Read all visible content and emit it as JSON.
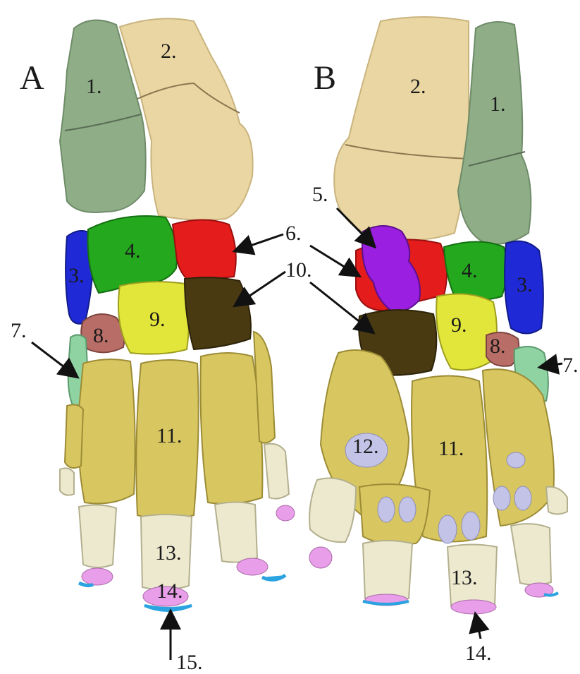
{
  "panels": {
    "a": "A",
    "b": "B"
  },
  "labels_a": {
    "l1": "1.",
    "l2": "2.",
    "l3": "3.",
    "l4": "4.",
    "l6": "6.",
    "l7": "7.",
    "l8": "8.",
    "l9": "9.",
    "l10": "10.",
    "l11": "11.",
    "l13": "13.",
    "l14": "14.",
    "l15": "15."
  },
  "labels_b": {
    "l1": "1.",
    "l2": "2.",
    "l3": "3.",
    "l4": "4.",
    "l5": "5.",
    "l7": "7.",
    "l8": "8.",
    "l9": "9.",
    "l11": "11.",
    "l12": "12.",
    "l13": "13.",
    "l14": "14."
  },
  "colors": {
    "bone_1": "#8fae88",
    "bone_2": "#ead6a2",
    "bone_3": "#1f2ad6",
    "bone_4": "#23a81e",
    "bone_5": "#9a1fe0",
    "bone_6": "#e51c1c",
    "bone_7": "#8fd3a3",
    "bone_8": "#b86e66",
    "bone_9": "#e3e63a",
    "bone_10": "#4a3a12",
    "bone_11": "#d8c760",
    "bone_12": "#c3c3e8",
    "bone_13": "#ece9cf",
    "bone_14": "#e89ee8",
    "bone_15": "#2aa3e0"
  }
}
